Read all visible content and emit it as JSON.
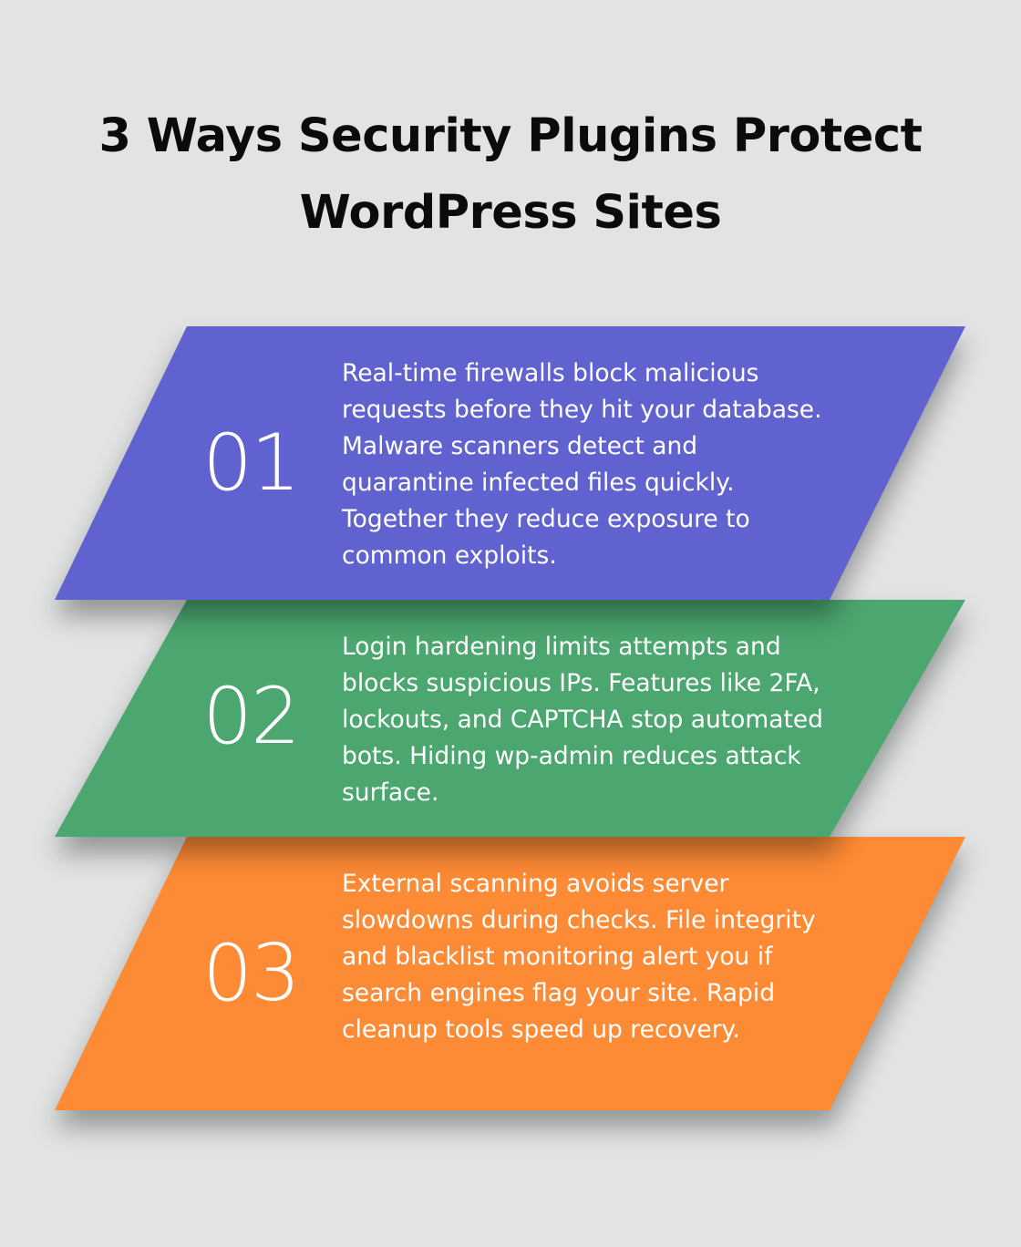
{
  "title": {
    "line1": "3 Ways Security Plugins Protect",
    "line2": "WordPress Sites"
  },
  "steps": [
    {
      "number": "01",
      "color": "#5f62cf",
      "text": "Real-time firewalls block malicious requests before they hit your database. Malware scanners detect and quarantine infected files quickly. Together they reduce exposure to common exploits."
    },
    {
      "number": "02",
      "color": "#4ba66f",
      "text": "Login hardening limits attempts and blocks suspicious IPs. Features like 2FA, lockouts, and CAPTCHA stop automated bots. Hiding wp-admin reduces attack surface."
    },
    {
      "number": "03",
      "color": "#fd8a34",
      "text": "External scanning avoids server slowdowns during checks. File integrity and blacklist monitoring alert you if search engines flag your site. Rapid cleanup tools speed up recovery."
    }
  ]
}
